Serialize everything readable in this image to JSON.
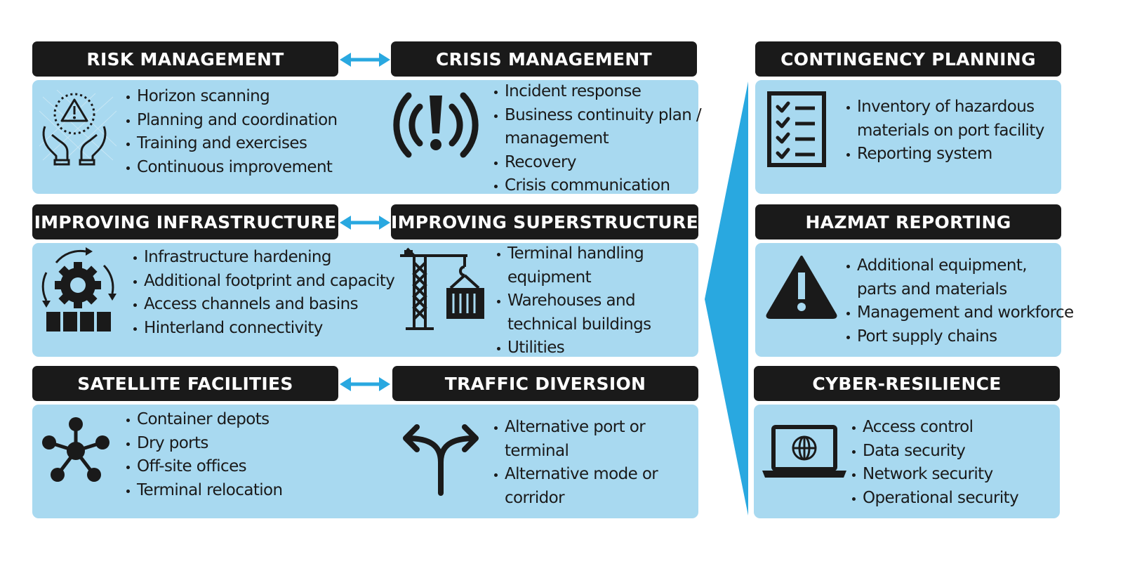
{
  "sections": {
    "risk_management": {
      "title": "RISK MANAGEMENT",
      "items": [
        "Horizon scanning",
        "Planning and coordination",
        "Training and exercises",
        "Continuous improvement"
      ]
    },
    "crisis_management": {
      "title": "CRISIS MANAGEMENT",
      "items": [
        "Incident response",
        "Business continuity plan /",
        "management",
        "Recovery",
        "Crisis communication"
      ]
    },
    "contingency_planning": {
      "title": "CONTINGENCY PLANNING",
      "items": [
        "Inventory of hazardous",
        "materials on port facility",
        "Reporting system"
      ]
    },
    "improving_infrastructure": {
      "title": "IMPROVING INFRASTRUCTURE",
      "items": [
        "Infrastructure hardening",
        "Additional footprint and capacity",
        "Access channels and basins",
        "Hinterland connectivity"
      ]
    },
    "improving_superstructure": {
      "title": "IMPROVING SUPERSTRUCTURE",
      "items": [
        "Terminal handling",
        "equipment",
        "Warehouses and",
        "technical buildings",
        "Utilities"
      ]
    },
    "hazmat_reporting": {
      "title": "HAZMAT REPORTING",
      "items": [
        "Additional equipment,",
        "parts and materials",
        "Management and workforce",
        "Port supply chains"
      ]
    },
    "satellite_facilities": {
      "title": "SATELLITE FACILITIES",
      "items": [
        "Container depots",
        "Dry ports",
        "Off-site offices",
        "Terminal relocation"
      ]
    },
    "traffic_diversion": {
      "title": "TRAFFIC DIVERSION",
      "items": [
        "Alternative port or",
        "terminal",
        "Alternative mode or",
        "corridor"
      ]
    },
    "cyber_resilience": {
      "title": "CYBER-RESILIENCE",
      "items": [
        "Access control",
        "Data security",
        "Network security",
        "Operational security"
      ]
    }
  },
  "icons": {
    "risk_management": "hands-warning-icon",
    "crisis_management": "alert-broadcast-icon",
    "contingency_planning": "checklist-icon",
    "improving_infrastructure": "gear-cycle-icon",
    "improving_superstructure": "crane-container-icon",
    "hazmat_reporting": "warning-triangle-icon",
    "satellite_facilities": "network-hub-icon",
    "traffic_diversion": "split-arrow-icon",
    "cyber_resilience": "laptop-globe-icon"
  },
  "colors": {
    "header_bg": "#1a1a1a",
    "panel_bg": "#a8d9f0",
    "accent_blue": "#29a8e0",
    "text": "#1a1a1a"
  }
}
